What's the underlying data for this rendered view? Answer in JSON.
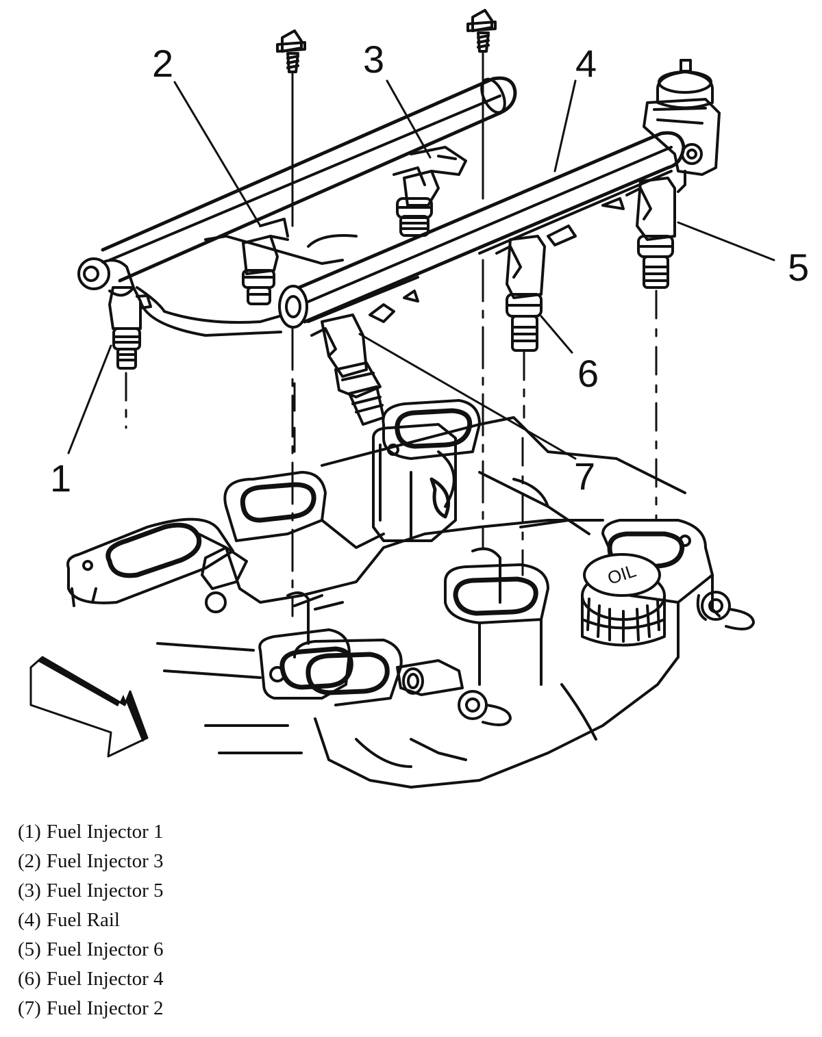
{
  "callouts": [
    {
      "number": "1"
    },
    {
      "number": "2"
    },
    {
      "number": "3"
    },
    {
      "number": "4"
    },
    {
      "number": "5"
    },
    {
      "number": "6"
    },
    {
      "number": "7"
    }
  ],
  "legend": [
    {
      "num": "(1)",
      "label": "Fuel Injector 1"
    },
    {
      "num": "(2)",
      "label": "Fuel Injector 3"
    },
    {
      "num": "(3)",
      "label": "Fuel Injector 5"
    },
    {
      "num": "(4)",
      "label": "Fuel Rail"
    },
    {
      "num": "(5)",
      "label": "Fuel Injector 6"
    },
    {
      "num": "(6)",
      "label": "Fuel Injector 4"
    },
    {
      "num": "(7)",
      "label": "Fuel Injector 2"
    }
  ],
  "illustration": {
    "oil_cap_text": "OIL"
  },
  "colors": {
    "ink": "#111111",
    "paper": "#ffffff"
  }
}
